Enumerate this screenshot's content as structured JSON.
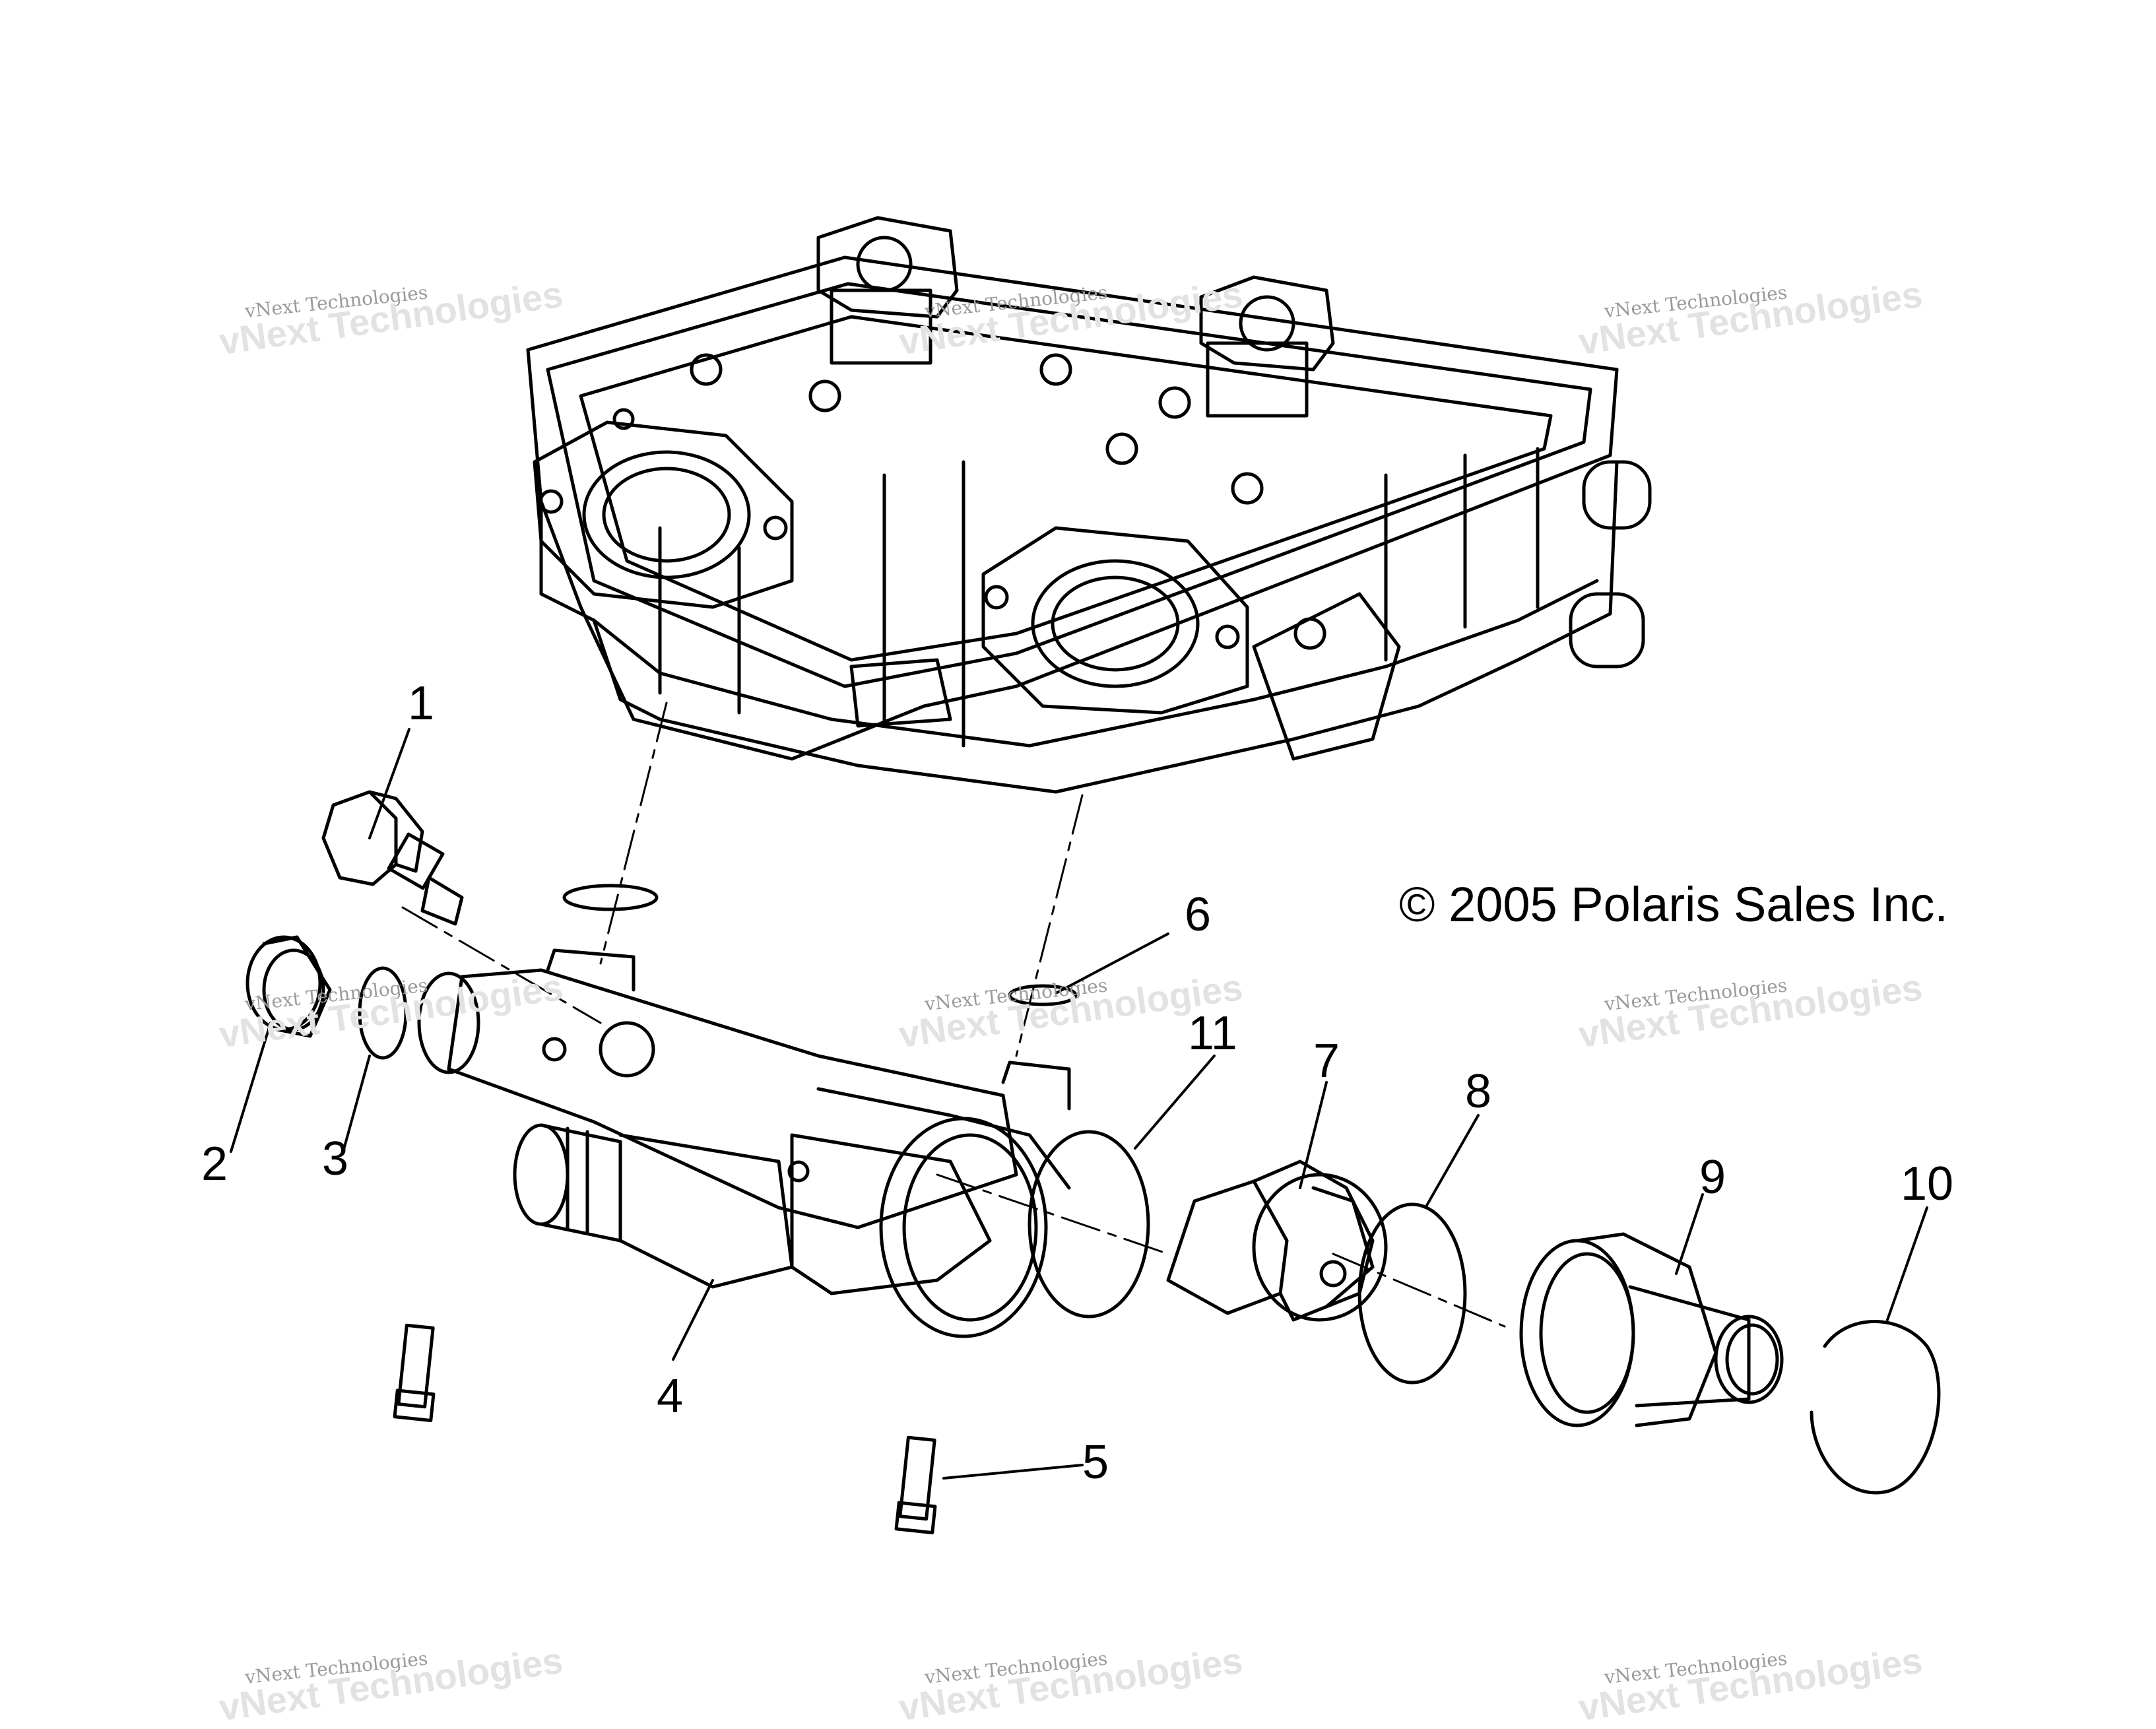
{
  "callouts": [
    {
      "id": "1",
      "label": "1"
    },
    {
      "id": "2",
      "label": "2"
    },
    {
      "id": "3",
      "label": "3"
    },
    {
      "id": "4",
      "label": "4"
    },
    {
      "id": "5",
      "label": "5"
    },
    {
      "id": "6",
      "label": "6"
    },
    {
      "id": "7",
      "label": "7"
    },
    {
      "id": "8",
      "label": "8"
    },
    {
      "id": "9",
      "label": "9"
    },
    {
      "id": "10",
      "label": "10"
    },
    {
      "id": "11",
      "label": "11"
    }
  ],
  "copyright": "© 2005 Polaris Sales Inc.",
  "watermark": {
    "line1": "vNext Technologies",
    "line2": "vNext Technologies"
  }
}
